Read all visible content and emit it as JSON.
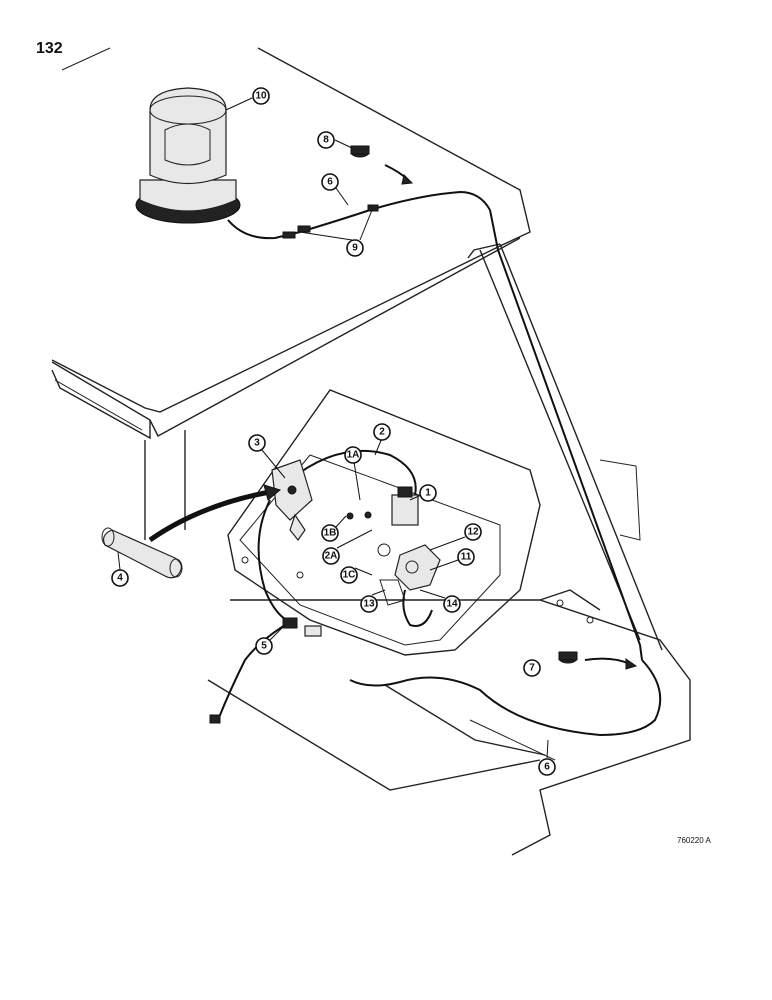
{
  "page": {
    "number": "132",
    "drawing_code": "760220 A"
  },
  "callouts": [
    "10",
    "8",
    "6",
    "9",
    "3",
    "2",
    "1A",
    "1",
    "1B",
    "2A",
    "12",
    "11",
    "1C",
    "13",
    "14",
    "4",
    "5",
    "7",
    "6"
  ],
  "colors": {
    "ink": "#111111",
    "background": "#ffffff",
    "panel_shade": "#e8e8e8"
  }
}
